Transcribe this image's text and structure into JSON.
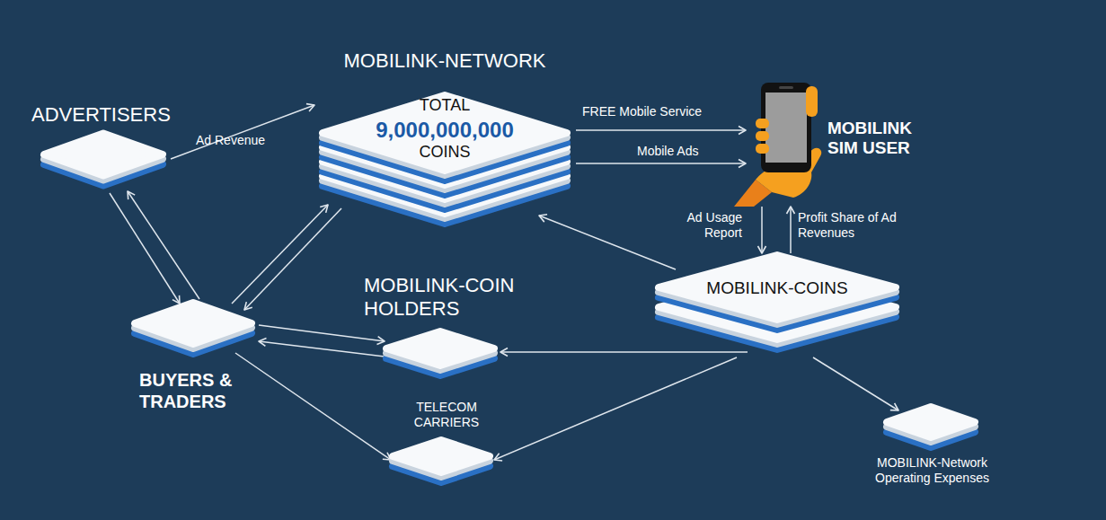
{
  "diagram": {
    "nodes": [
      {
        "text": [
          "MOBILINK-NETWORK",
          "TOTAL",
          "9,000,000,000",
          "COINS"
        ]
      },
      {
        "text": [
          "ADVERTISERS"
        ]
      },
      {
        "text": [
          "MOBILINK SIM USER"
        ]
      },
      {
        "text": [
          "MOBILINK-COINS"
        ]
      },
      {
        "text": [
          "BUYERS & TRADERS"
        ]
      },
      {
        "text": [
          "MOBILINK-COIN HOLDERS"
        ]
      },
      {
        "text": [
          "TELECOM CARRIERS"
        ]
      },
      {
        "text": [
          "MOBILINK-Network Operating Expenses"
        ]
      }
    ],
    "edges": [
      {
        "from": 1,
        "to": 0,
        "arrow": "to",
        "label": "Ad Revenue"
      },
      {
        "from": 0,
        "to": 2,
        "arrow": "to",
        "label": "FREE Mobile Service"
      },
      {
        "from": 0,
        "to": 2,
        "arrow": "to",
        "label": "Mobile Ads"
      },
      {
        "from": 2,
        "to": 3,
        "arrow": "to",
        "label": "Ad Usage Report"
      },
      {
        "from": 3,
        "to": 2,
        "arrow": "to",
        "label": "Profit Share of Ad Revenues"
      },
      {
        "from": 3,
        "to": 0,
        "arrow": "to"
      },
      {
        "from": 1,
        "to": 4,
        "arrow": "to"
      },
      {
        "from": 4,
        "to": 1,
        "arrow": "to"
      },
      {
        "from": 4,
        "to": 0,
        "arrow": "to"
      },
      {
        "from": 0,
        "to": 4,
        "arrow": "to"
      },
      {
        "from": 4,
        "to": 5,
        "arrow": "to"
      },
      {
        "from": 5,
        "to": 4,
        "arrow": "to"
      },
      {
        "from": 3,
        "to": 5,
        "arrow": "to"
      },
      {
        "from": 4,
        "to": 6,
        "arrow": "to"
      },
      {
        "from": 3,
        "to": 6,
        "arrow": "to"
      },
      {
        "from": 3,
        "to": 7,
        "arrow": "to"
      }
    ]
  }
}
